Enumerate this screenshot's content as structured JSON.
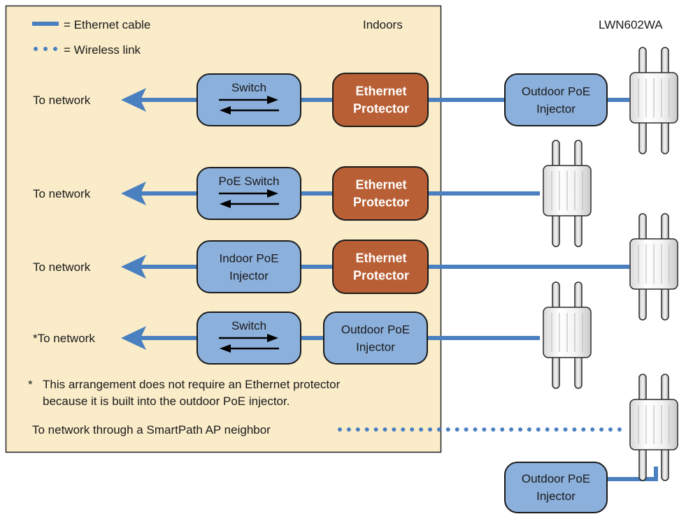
{
  "legend": {
    "ethernet_label": "= Ethernet cable",
    "wireless_label": "= Wireless link"
  },
  "indoors_label": "Indoors",
  "ap_model_label": "LWN602WA",
  "rows": [
    {
      "network_label": "To network",
      "device": {
        "lines": [
          "Switch"
        ],
        "arrows": true
      },
      "second": {
        "type": "protector",
        "lines": [
          "Ethernet",
          "Protector"
        ]
      },
      "outdoor_injector": [
        "Outdoor PoE",
        "Injector"
      ]
    },
    {
      "network_label": "To network",
      "device": {
        "lines": [
          "PoE Switch"
        ],
        "arrows": true
      },
      "second": {
        "type": "protector",
        "lines": [
          "Ethernet",
          "Protector"
        ]
      }
    },
    {
      "network_label": "To network",
      "device": {
        "lines": [
          "Indoor PoE",
          "Injector"
        ],
        "arrows": false
      },
      "second": {
        "type": "protector",
        "lines": [
          "Ethernet",
          "Protector"
        ]
      }
    },
    {
      "network_label": "*To network",
      "device": {
        "lines": [
          "Switch"
        ],
        "arrows": true
      },
      "second": {
        "type": "injector",
        "lines": [
          "Outdoor PoE",
          "Injector"
        ]
      }
    }
  ],
  "footnote": {
    "marker": "*",
    "line1": "This arrangement does not require an Ethernet protector",
    "line2": "because it is built into the outdoor PoE injector."
  },
  "wireless_row_label": "To network through a SmartPath AP neighbor",
  "bottom_injector": [
    "Outdoor PoE",
    "Injector"
  ],
  "colors": {
    "indoors_bg": "#faecc9",
    "cable": "#4a80c0",
    "device_fill": "#8cb0dc",
    "protector_fill": "#b85f35",
    "wireless_dot": "#4a80c0"
  },
  "icons": [
    "arrow-left-icon",
    "switch-arrows-icon",
    "access-point-icon"
  ]
}
